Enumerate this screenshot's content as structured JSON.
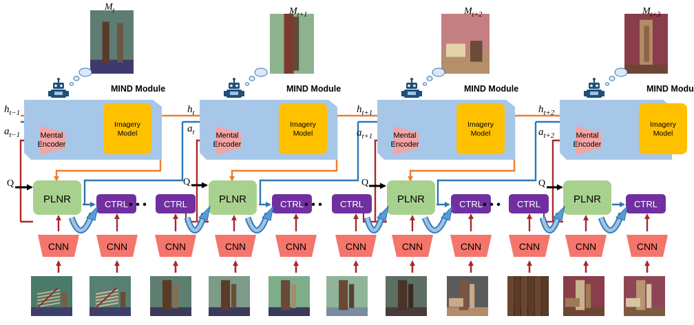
{
  "memory_labels": [
    {
      "base": "M",
      "sub": "t"
    },
    {
      "base": "M",
      "sub": "t+1"
    },
    {
      "base": "M",
      "sub": "t+2"
    },
    {
      "base": "M",
      "sub": "t+3"
    }
  ],
  "hidden_labels": [
    {
      "base": "h",
      "sub": "t−1"
    },
    {
      "base": "h",
      "sub": "t"
    },
    {
      "base": "h",
      "sub": "t+1"
    },
    {
      "base": "h",
      "sub": "t+2"
    }
  ],
  "action_labels": [
    {
      "base": "a",
      "sub": "t−1"
    },
    {
      "base": "a",
      "sub": "t"
    },
    {
      "base": "a",
      "sub": "t+1"
    },
    {
      "base": "a",
      "sub": "t+2"
    }
  ],
  "module_title": "MIND Module",
  "mental_encoder": [
    "Mental",
    "Encoder"
  ],
  "imagery_model": [
    "Imagery",
    "Model"
  ],
  "question_label": "Q",
  "planner_label": "PLNR",
  "controller_label": "CTRL",
  "cnn_label": "CNN",
  "ellipsis": "• • •",
  "colors": {
    "module_bg": "#a7c7e8",
    "imagery": "#ffc000",
    "encoder": "#f2a5a5",
    "planner": "#a9d18e",
    "controller": "#7030a0",
    "cnn": "#f4756b",
    "orange_arrow": "#ed7d31",
    "blue_arrow": "#2e75b6",
    "red_arrow": "#a82828"
  }
}
